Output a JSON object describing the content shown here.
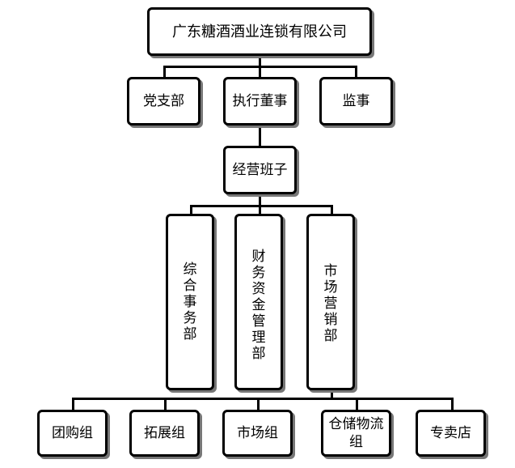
{
  "org_chart": {
    "top": "广东糖酒酒业连锁有限公司",
    "level2": [
      "党支部",
      "执行董事",
      "监事"
    ],
    "management": "经营班子",
    "departments": [
      "综合事务部",
      "财务资金管理部",
      "市场营销部"
    ],
    "bottom": [
      "团购组",
      "拓展组",
      "市场组",
      "仓储物流组",
      "专卖店"
    ]
  },
  "colors": {
    "line": "#000000",
    "box_border": "#000000",
    "box_fill": "#ffffff",
    "shadow": "#777777"
  }
}
